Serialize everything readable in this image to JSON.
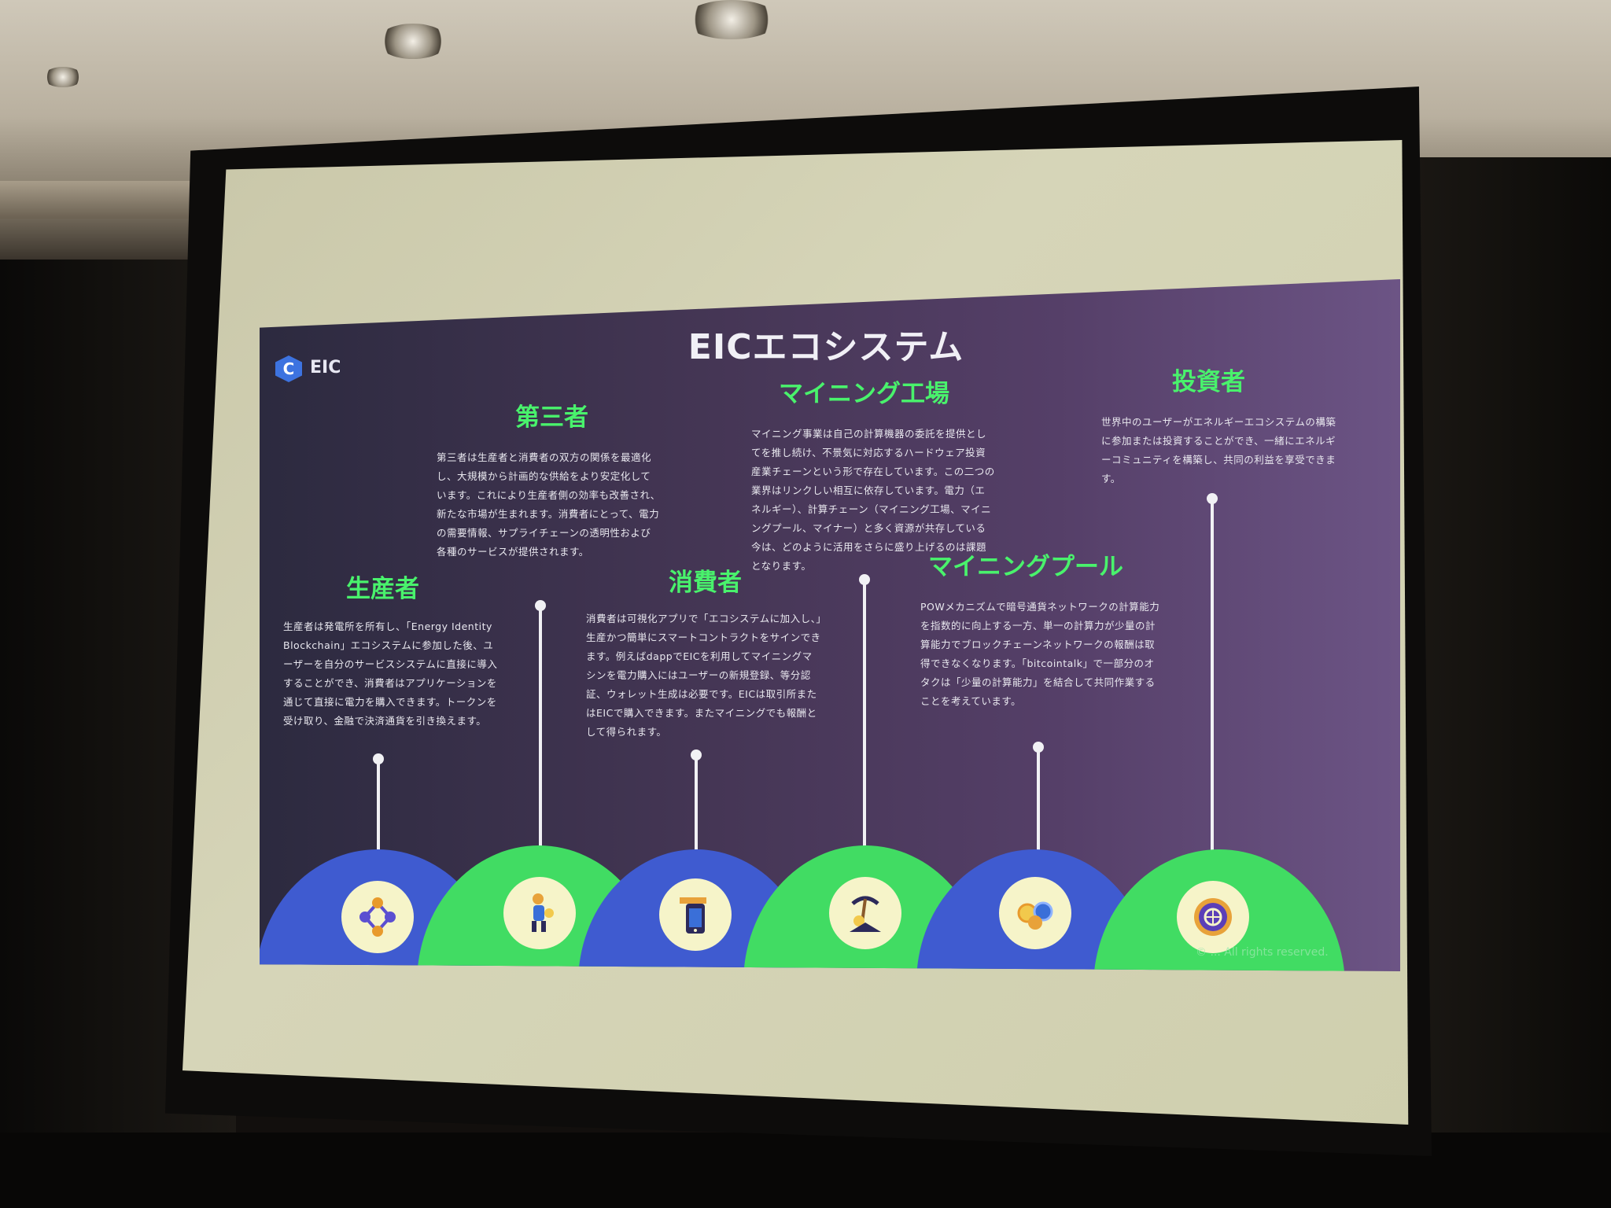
{
  "slide": {
    "title": "EICエコシステム",
    "logo": "EIC",
    "footer": "© ... All rights reserved."
  },
  "sections": [
    {
      "heading": "生産者",
      "body": "生産者は発電所を所有し、「Energy Identity Blockchain」エコシステムに参加した後、ユーザーを自分のサービスシステムに直接に導入することができ、消費者はアプリケーションを通じて直接に電力を購入できます。トークンを受け取り、金融で決済通貨を引き換えます。",
      "icon": "network-nodes-icon",
      "dome": "blue"
    },
    {
      "heading": "第三者",
      "body": "第三者は生産者と消費者の双方の関係を最適化し、大規模から計画的な供給をより安定化しています。これにより生産者側の効率も改善され、新たな市場が生まれます。消費者にとって、電力の需要情報、サプライチェーンの透明性および各種のサービスが提供されます。",
      "icon": "worker-icon",
      "dome": "green"
    },
    {
      "heading": "消費者",
      "body": "消費者は可視化アプリで「エコシステムに加入し、」生産かつ簡単にスマートコントラクトをサインできます。例えばdappでEICを利用してマイニングマシンを電力購入にはユーザーの新規登録、等分認証、ウォレット生成は必要です。EICは取引所またはEICで購入できます。またマイニングでも報酬として得られます。",
      "icon": "smartphone-icon",
      "dome": "blue"
    },
    {
      "heading": "マイニング工場",
      "body": "マイニング事業は自己の計算機器の委託を提供としてを推し続け、不景気に対応するハードウェア投資産業チェーンという形で存在しています。この二つの業界はリンクしい相互に依存しています。電力（エネルギー）、計算チェーン（マイニング工場、マイニングプール、マイナー）と多く資源が共存している今は、どのように活用をさらに盛り上げるのは課題となります。",
      "icon": "pickaxe-icon",
      "dome": "green"
    },
    {
      "heading": "マイニングプール",
      "body": "POWメカニズムで暗号通貨ネットワークの計算能力を指数的に向上する一方、単一の計算力が少量の計算能力でブロックチェーンネットワークの報酬は取得できなくなります。「bitcointalk」で一部分のオタクは「少量の計算能力」を結合して共同作業することを考えています。",
      "icon": "coins-icon",
      "dome": "blue"
    },
    {
      "heading": "投資者",
      "body": "世界中のユーザーがエネルギーエコシステムの構築に参加または投資することができ、一緒にエネルギーコミュニティを構築し、共同の利益を享受できます。",
      "icon": "crypto-coin-icon",
      "dome": "green"
    }
  ]
}
